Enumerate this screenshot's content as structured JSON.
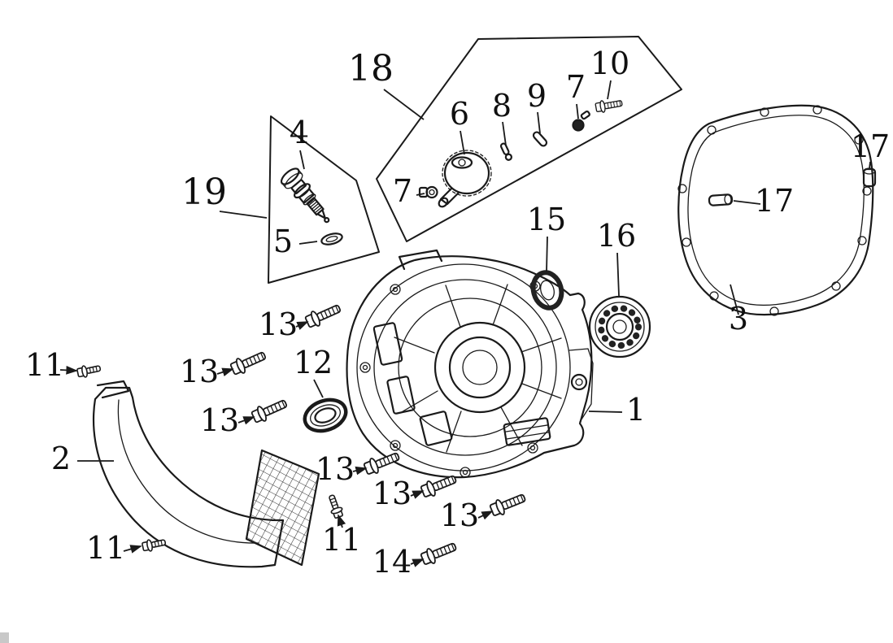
{
  "page": {
    "background": "#ffffff",
    "ink": "#1a1a1a"
  },
  "labels": {
    "n1": "1",
    "n2": "2",
    "n3": "3",
    "n4": "4",
    "n5": "5",
    "n6": "6",
    "n7": "7",
    "n8": "8",
    "n9": "9",
    "n10": "10",
    "n11": "11",
    "n12": "12",
    "n13": "13",
    "n14": "14",
    "n15": "15",
    "n16": "16",
    "n17": "17",
    "n18": "18",
    "n19": "19"
  }
}
